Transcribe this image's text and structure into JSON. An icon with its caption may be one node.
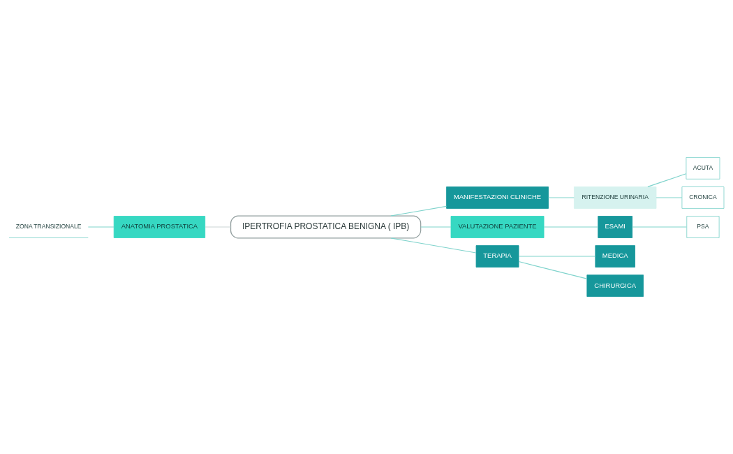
{
  "diagram": {
    "nodes": [
      {
        "text": [
          "IPERTROFIA PROSTATICA BENIGNA ( IPB)"
        ]
      },
      {
        "text": [
          "ANATOMIA PROSTATICA"
        ]
      },
      {
        "text": [
          "ZONA TRANSIZIONALE"
        ]
      },
      {
        "text": [
          "MANIFESTAZIONI CLINICHE"
        ]
      },
      {
        "text": [
          "RITENZIONE URINARIA"
        ]
      },
      {
        "text": [
          "ACUTA"
        ]
      },
      {
        "text": [
          "CRONICA"
        ]
      },
      {
        "text": [
          "VALUTAZIONE PAZIENTE"
        ]
      },
      {
        "text": [
          "ESAMI"
        ]
      },
      {
        "text": [
          "PSA"
        ]
      },
      {
        "text": [
          "TERAPIA"
        ]
      },
      {
        "text": [
          "MEDICA"
        ]
      },
      {
        "text": [
          "CHIRURGICA"
        ]
      }
    ],
    "edges": [
      {
        "from": 1,
        "to": 0,
        "arrow": "none",
        "color": "#c9d3d3"
      },
      {
        "from": 2,
        "to": 1,
        "arrow": "none"
      },
      {
        "from": 0,
        "to": 3,
        "arrow": "none"
      },
      {
        "from": 3,
        "to": 4,
        "arrow": "none"
      },
      {
        "from": 4,
        "to": 5,
        "arrow": "none"
      },
      {
        "from": 4,
        "to": 6,
        "arrow": "none"
      },
      {
        "from": 0,
        "to": 7,
        "arrow": "none"
      },
      {
        "from": 7,
        "to": 8,
        "arrow": "none"
      },
      {
        "from": 8,
        "to": 9,
        "arrow": "none"
      },
      {
        "from": 0,
        "to": 10,
        "arrow": "none"
      },
      {
        "from": 10,
        "to": 11,
        "arrow": "none"
      },
      {
        "from": 10,
        "to": 12,
        "arrow": "none"
      }
    ]
  }
}
